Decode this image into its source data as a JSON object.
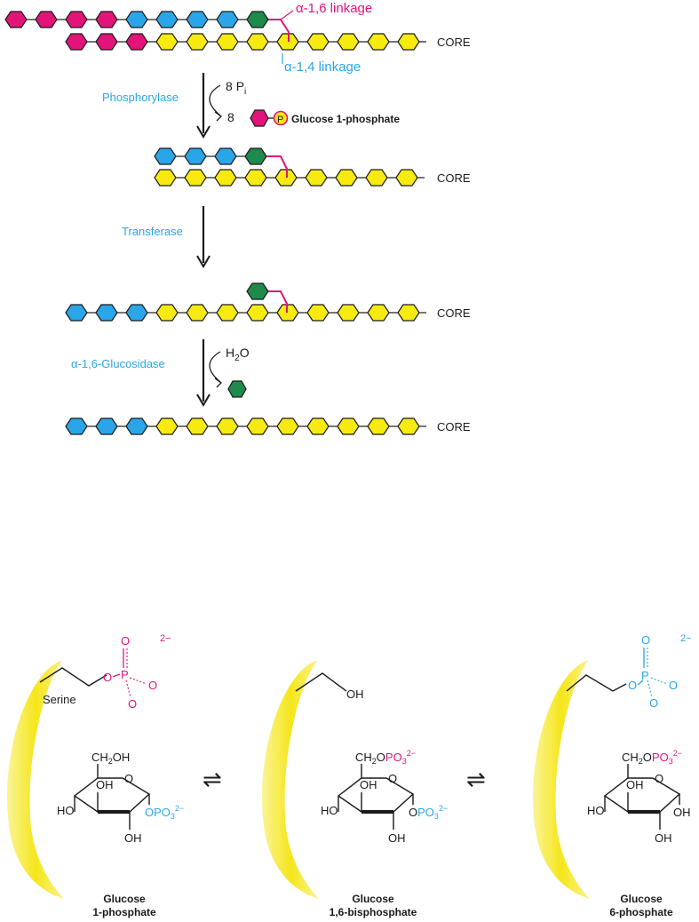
{
  "colors": {
    "magenta": "#e2147a",
    "blue": "#2aa6e8",
    "green": "#1e8a4c",
    "yellow": "#f7ea10",
    "outline": "#1a1a1a",
    "label_blue": "#2aa6e8",
    "label_pink": "#e2147a",
    "enzyme_yellow": "#f5e61a"
  },
  "glycogen": {
    "linkage_16": "α-1,6 linkage",
    "linkage_14": "α-1,4 linkage",
    "core": "CORE",
    "step1": {
      "enzyme": "Phosphorylase",
      "reagent_num": "8",
      "reagent_sym": "P",
      "reagent_sub": "i",
      "product_num": "8",
      "p_symbol": "P",
      "product_name": "Glucose 1-phosphate"
    },
    "step2": {
      "enzyme": "Transferase"
    },
    "step3": {
      "enzyme": "α-1,6-Glucosidase",
      "reagent": "H",
      "reagent_sub": "2",
      "reagent_end": "O"
    }
  },
  "mechanism": {
    "serine": "Serine",
    "oh_top": "OH",
    "o": "O",
    "p": "P",
    "charge": "2−",
    "ch2oh": "CH",
    "ch2_sub": "2",
    "oh": "OH",
    "ho": "HO",
    "ch2o": "CH",
    "o_suffix": "O",
    "po3": "PO",
    "po3_sub": "3",
    "equilibrium": "⇌",
    "labels": [
      {
        "line1": "Glucose",
        "line2": "1-phosphate"
      },
      {
        "line1": "Glucose",
        "line2": "1,6-bisphosphate"
      },
      {
        "line1": "Glucose",
        "line2": "6-phosphate"
      }
    ]
  }
}
